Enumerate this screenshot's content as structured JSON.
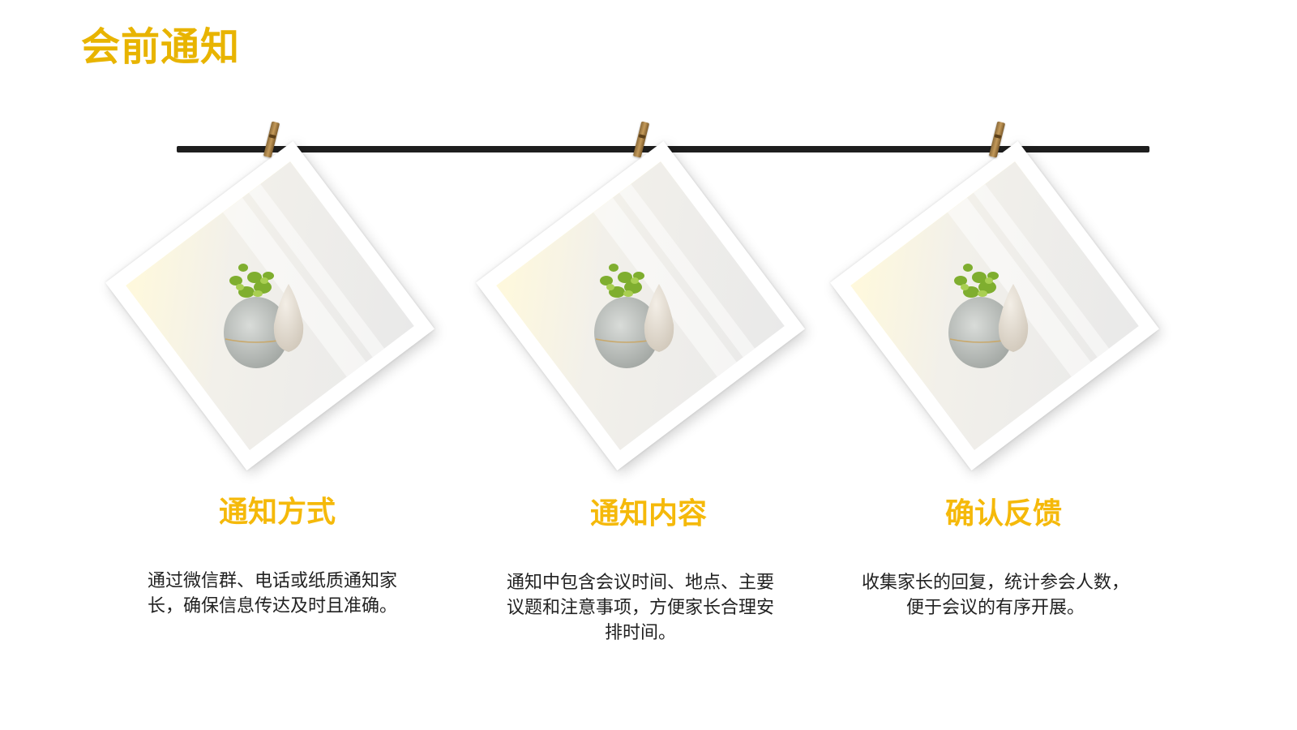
{
  "page": {
    "title": "会前通知"
  },
  "cards": [
    {
      "title": "通知方式",
      "description": "通过微信群、电话或纸质通知家长，确保信息传达及时且准确。"
    },
    {
      "title": "通知内容",
      "description": "通知中包含会议时间、地点、主要议题和注意事项，方便家长合理安排时间。"
    },
    {
      "title": "确认反馈",
      "description": "收集家长的回复，统计参会人数，便于会议的有序开展。"
    }
  ],
  "colors": {
    "title_accent": "#E8B400",
    "card_title_accent": "#F5B90A",
    "line": "#1e1e1e"
  },
  "icons": {
    "clip": "clothespin-icon",
    "photo": "vase-photo"
  }
}
